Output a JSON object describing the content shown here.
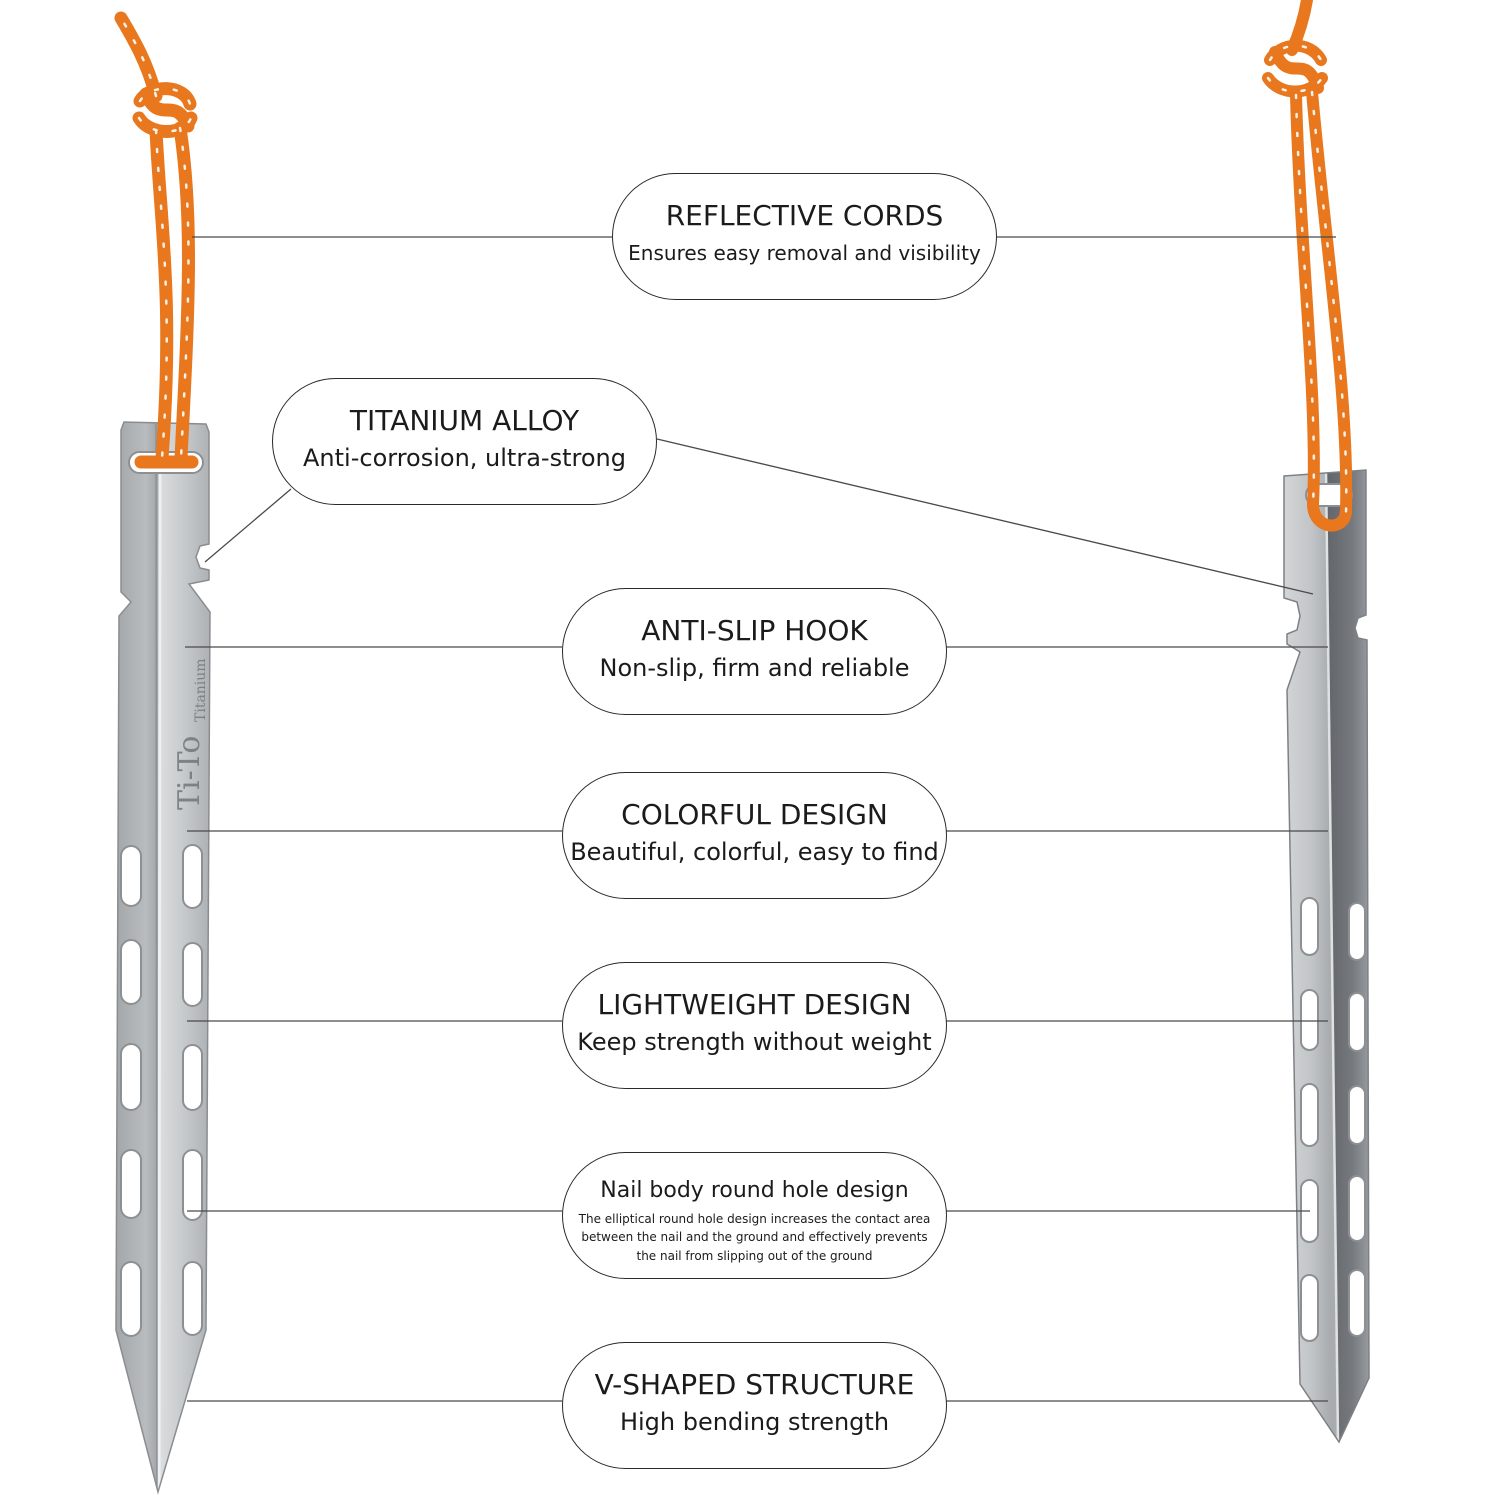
{
  "callouts": [
    {
      "title": "REFLECTIVE CORDS",
      "subtitle": "Ensures easy removal and visibility"
    },
    {
      "title": "TITANIUM ALLOY",
      "subtitle": "Anti-corrosion, ultra-strong"
    },
    {
      "title": "ANTI-SLIP HOOK",
      "subtitle": "Non-slip, firm and reliable"
    },
    {
      "title": "COLORFUL DESIGN",
      "subtitle": "Beautiful, colorful, easy to find"
    },
    {
      "title": "LIGHTWEIGHT DESIGN",
      "subtitle": "Keep strength without weight"
    },
    {
      "title": "Nail body round hole design",
      "description_lines": [
        "The elliptical round hole design increases the contact area",
        "between the nail and the ground and effectively prevents",
        "the nail from slipping out of the ground"
      ]
    },
    {
      "title": "V-SHAPED STRUCTURE",
      "subtitle": "High bending strength"
    }
  ],
  "engraving": {
    "logo": "Ti-To",
    "material": "Titanium"
  },
  "colors": {
    "cord": "#e8771d",
    "reflective_thread": "#f6f1e8",
    "titanium_light": "#d0d2d3",
    "titanium_dark": "#72767a",
    "callout_border": "#2a2a2a",
    "leader_line": "#4a4a4a",
    "background": "#ffffff"
  }
}
